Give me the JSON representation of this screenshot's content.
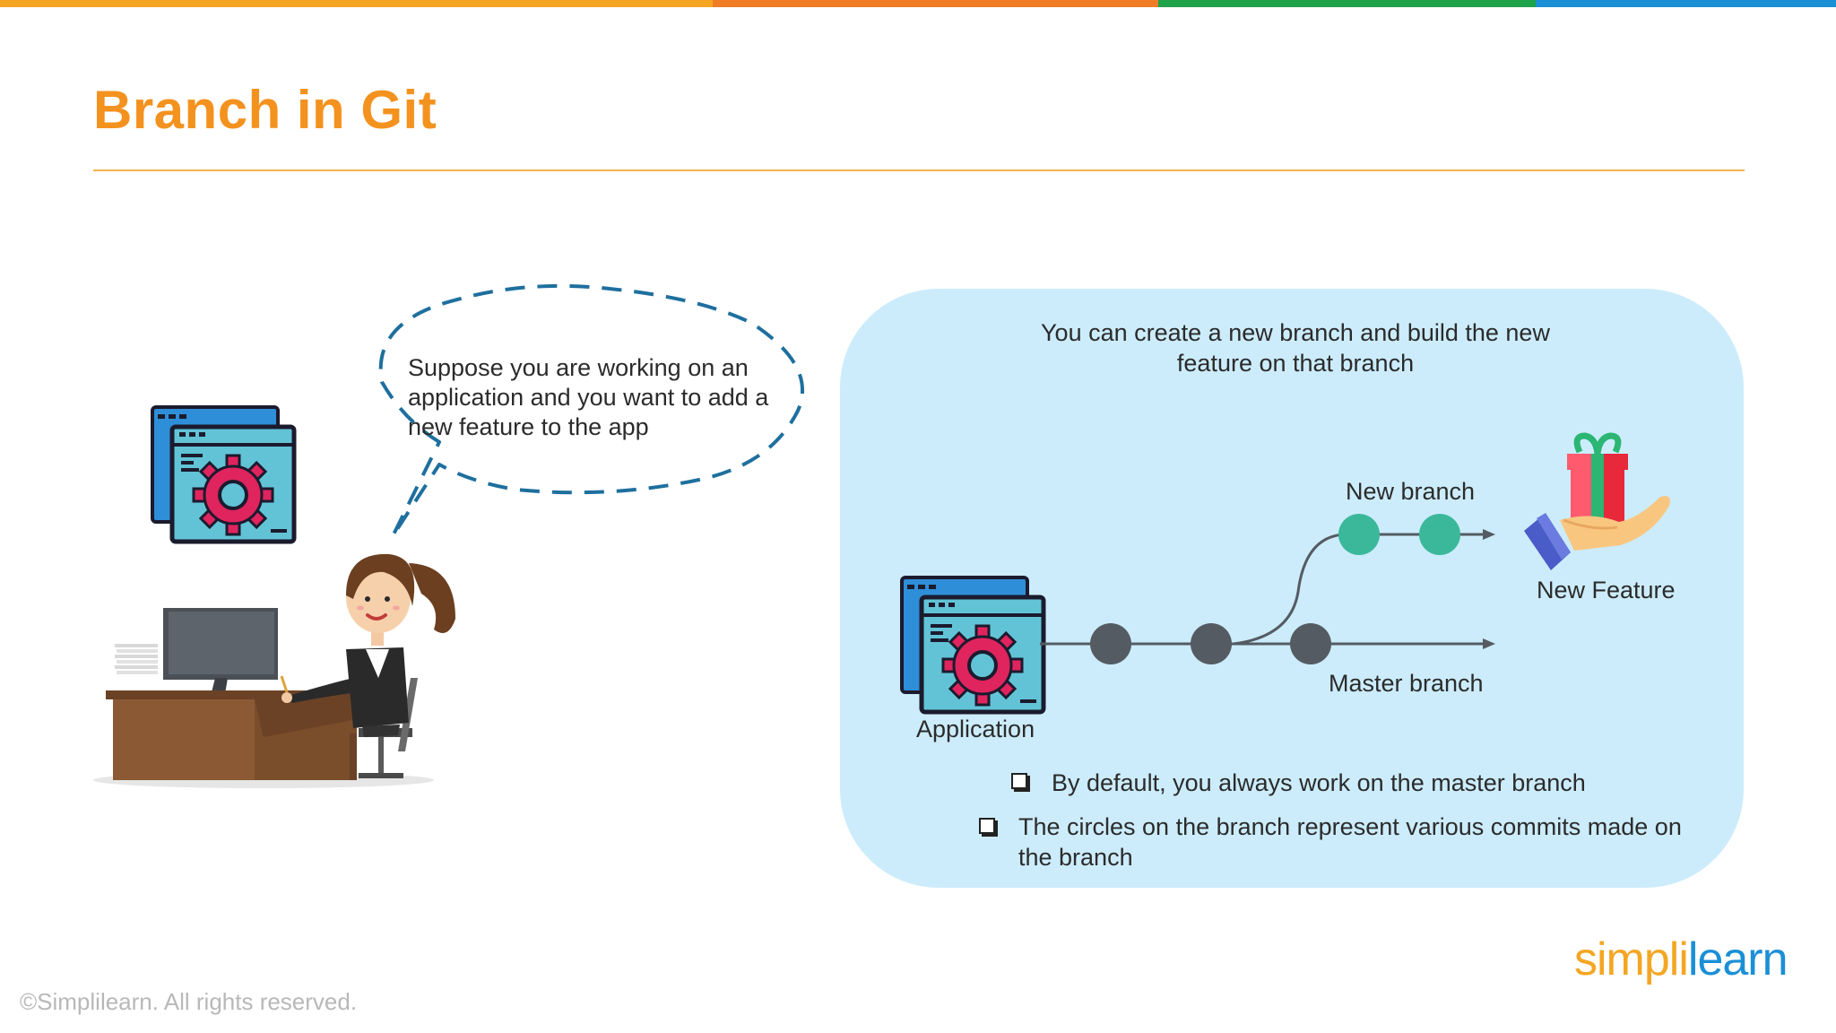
{
  "colors": {
    "accent": "#f4921f",
    "panel": "#ccecfb",
    "commit_master": "#555b62",
    "commit_branch": "#3bb89a",
    "bubble_dash": "#1e6f9e",
    "topbar": [
      "#f5a623",
      "#f07c25",
      "#1fa34a",
      "#1b8fd6"
    ]
  },
  "slide": {
    "title": "Branch in Git",
    "copyright": "©Simplilearn. All rights reserved.",
    "logo": {
      "part1": "simpl",
      "part2": "i",
      "part3": "learn"
    }
  },
  "bubble": {
    "text": "Suppose you are working on an application and you want to add a new feature to the app"
  },
  "panel": {
    "heading_line1": "You can create a new branch and build the new",
    "heading_line2": "feature on that branch",
    "application_label": "Application",
    "new_branch_label": "New branch",
    "master_branch_label": "Master branch",
    "new_feature_label": "New Feature",
    "bullets": [
      "By default, you always work on the master branch",
      "The circles on the branch represent various commits made on the branch"
    ]
  },
  "icons": [
    "app-window-gear-icon",
    "developer-at-desk-illustration",
    "gift-in-hand-icon"
  ]
}
